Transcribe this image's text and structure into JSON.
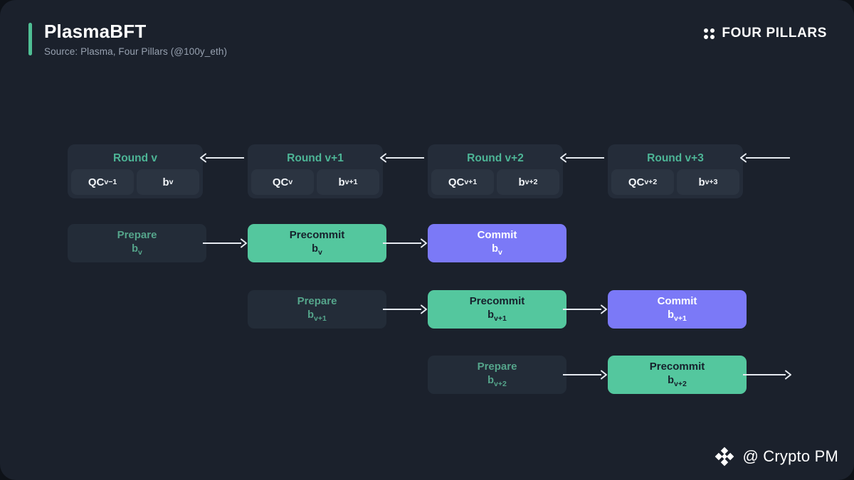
{
  "header": {
    "title": "PlasmaBFT",
    "subtitle": "Source: Plasma, Four Pillars (@100y_eth)",
    "brand": "FOUR PILLARS",
    "brand_icon": "four-dots-icon",
    "accent_color": "#4fbf94"
  },
  "rounds": [
    {
      "title": "Round v",
      "qc": "QC",
      "qc_sub": "v−1",
      "block": "b",
      "block_sub": "v"
    },
    {
      "title": "Round v+1",
      "qc": "QC",
      "qc_sub": "v",
      "block": "b",
      "block_sub": "v+1"
    },
    {
      "title": "Round v+2",
      "qc": "QC",
      "qc_sub": "v+1",
      "block": "b",
      "block_sub": "v+2"
    },
    {
      "title": "Round v+3",
      "qc": "QC",
      "qc_sub": "v+2",
      "block": "b",
      "block_sub": "v+3"
    }
  ],
  "pipeline": [
    {
      "stages": [
        {
          "label": "Prepare",
          "block": "b",
          "block_sub": "v",
          "kind": "prepare",
          "color": "#232c38"
        },
        {
          "label": "Precommit",
          "block": "b",
          "block_sub": "v",
          "kind": "precommit",
          "color": "#54c79e"
        },
        {
          "label": "Commit",
          "block": "b",
          "block_sub": "v",
          "kind": "commit",
          "color": "#7b79f7"
        }
      ]
    },
    {
      "stages": [
        {
          "label": "Prepare",
          "block": "b",
          "block_sub": "v+1",
          "kind": "prepare",
          "color": "#232c38"
        },
        {
          "label": "Precommit",
          "block": "b",
          "block_sub": "v+1",
          "kind": "precommit",
          "color": "#54c79e"
        },
        {
          "label": "Commit",
          "block": "b",
          "block_sub": "v+1",
          "kind": "commit",
          "color": "#7b79f7"
        }
      ]
    },
    {
      "stages": [
        {
          "label": "Prepare",
          "block": "b",
          "block_sub": "v+2",
          "kind": "prepare",
          "color": "#232c38"
        },
        {
          "label": "Precommit",
          "block": "b",
          "block_sub": "v+2",
          "kind": "precommit",
          "color": "#54c79e"
        }
      ]
    }
  ],
  "watermark": {
    "text": "@ Crypto PM",
    "icon": "binance-diamond-icon"
  },
  "colors": {
    "background": "#1b212c",
    "page": "#0e1218",
    "round_box": "#242c39",
    "round_cell": "#2b3441",
    "round_title": "#4db596",
    "arrow": "#e6eaf0"
  }
}
